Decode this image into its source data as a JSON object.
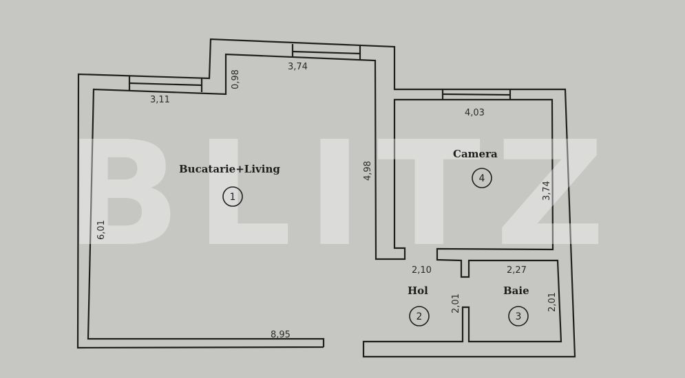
{
  "watermark": "BLITZ",
  "rooms": [
    {
      "number": "1",
      "name": "Bucatarie+Living"
    },
    {
      "number": "2",
      "name": "Hol"
    },
    {
      "number": "3",
      "name": "Baie"
    },
    {
      "number": "4",
      "name": "Camera"
    }
  ],
  "dimensions": {
    "living_top_left": "3,11",
    "living_step": "0,98",
    "living_top_right": "3,74",
    "living_right": "4,98",
    "living_left": "6,01",
    "living_bottom": "8,95",
    "camera_top": "4,03",
    "camera_right": "3,74",
    "hol_top": "2,10",
    "hol_right": "2,01",
    "baie_top": "2,27",
    "baie_right": "2,01"
  }
}
